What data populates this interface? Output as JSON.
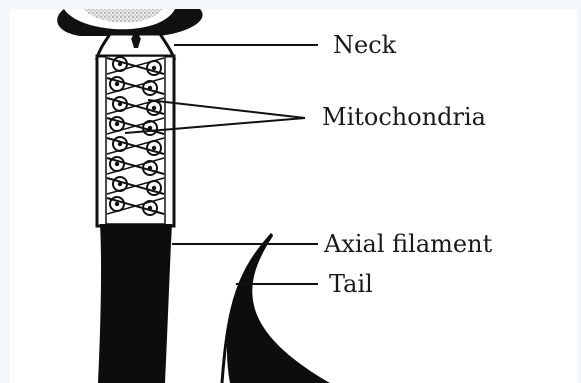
{
  "labels": {
    "neck": "Neck",
    "mitochondria": "Mitochondria",
    "axial_filament": "Axial filament",
    "tail": "Tail"
  },
  "colors": {
    "ink": "#111111",
    "paper": "#ffffff",
    "frame": "#f4f7fb"
  }
}
